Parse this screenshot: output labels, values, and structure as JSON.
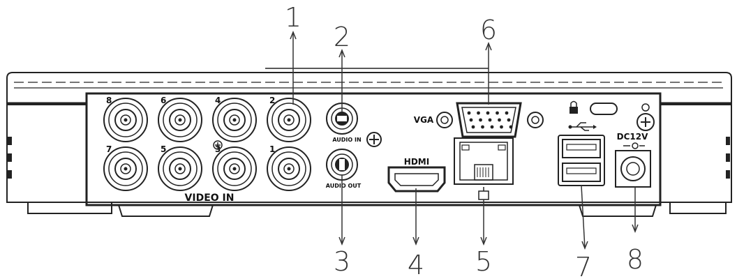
{
  "callouts": [
    "1",
    "2",
    "3",
    "4",
    "5",
    "6",
    "7",
    "8"
  ],
  "panel_labels": {
    "video_in": "VIDEO IN",
    "audio_in": "AUDIO IN",
    "audio_out": "AUDIO OUT",
    "vga": "VGA",
    "hdmi": "HDMI",
    "dc": "DC12V"
  },
  "bnc_numbers": [
    "8",
    "6",
    "4",
    "2",
    "7",
    "5",
    "3",
    "1"
  ]
}
